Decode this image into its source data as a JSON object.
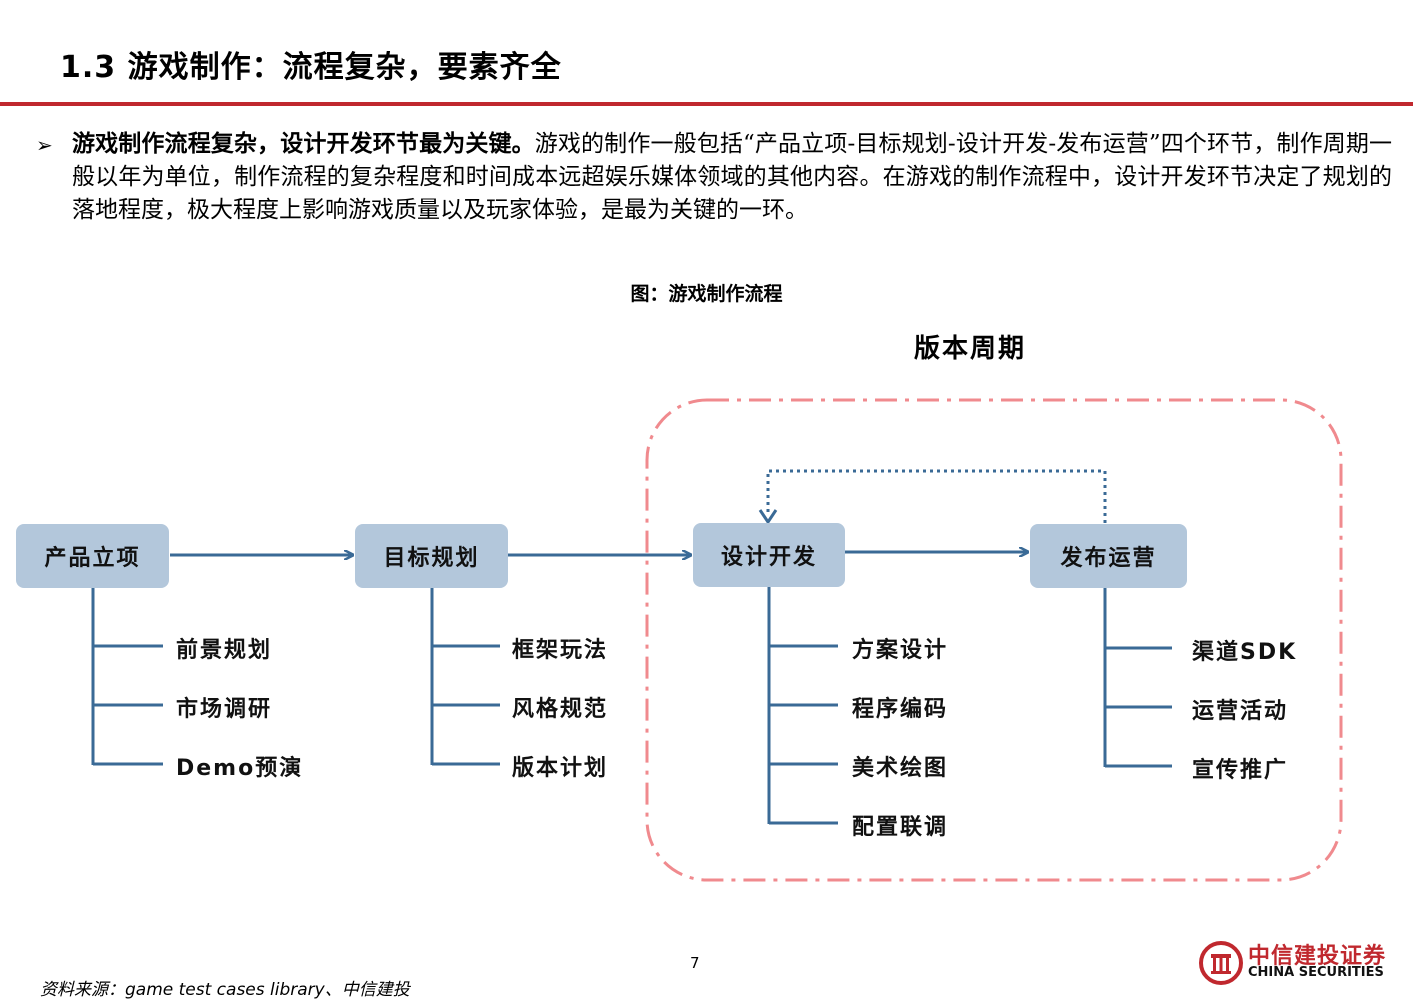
{
  "header": {
    "title": "1.3 游戏制作：流程复杂，要素齐全"
  },
  "bullet": {
    "marker": "➢",
    "lead": "游戏制作流程复杂，设计开发环节最为关键。",
    "body": "游戏的制作一般包括“产品立项-目标规划-设计开发-发布运营”四个环节，制作周期一般以年为单位，制作流程的复杂程度和时间成本远超娱乐媒体领域的其他内容。在游戏的制作流程中，设计开发环节决定了规划的落地程度，极大程度上影响游戏质量以及玩家体验，是最为关键的一环。"
  },
  "figure": {
    "caption": "图：游戏制作流程",
    "cycle_label": "版本周期",
    "stages": [
      {
        "label": "产品立项",
        "items": [
          "前景规划",
          "市场调研",
          "Demo预演"
        ]
      },
      {
        "label": "目标规划",
        "items": [
          "框架玩法",
          "风格规范",
          "版本计划"
        ]
      },
      {
        "label": "设计开发",
        "items": [
          "方案设计",
          "程序编码",
          "美术绘图",
          "配置联调"
        ]
      },
      {
        "label": "发布运营",
        "items": [
          "渠道SDK",
          "运营活动",
          "宣传推广"
        ]
      }
    ],
    "colors": {
      "box_fill": "#b3c7db",
      "connector": "#3a6a96",
      "dashed_region": "#f08a8e",
      "loop_arrow": "#3a6a96"
    }
  },
  "footer": {
    "page_number": "7",
    "source": "资料来源：game test cases library、中信建投",
    "logo_cn": "中信建投证券",
    "logo_en": "CHINA SECURITIES"
  }
}
